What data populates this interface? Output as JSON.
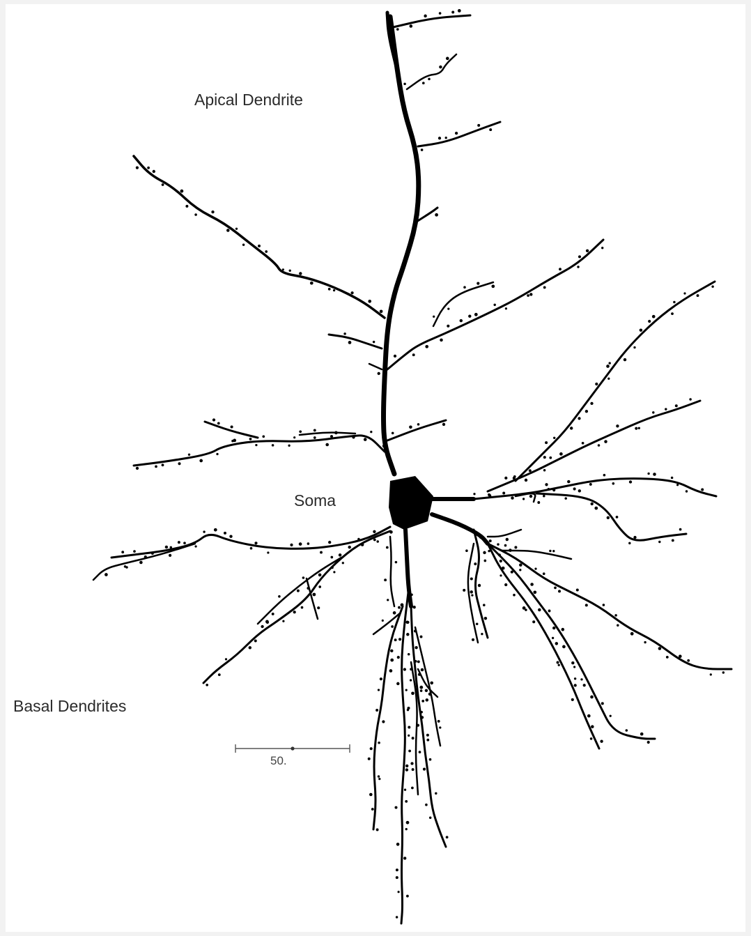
{
  "labels": {
    "apical": "Apical Dendrite",
    "soma": "Soma",
    "basal": "Basal Dendrites"
  },
  "scale_bar": {
    "value": "50."
  },
  "colors": {
    "background": "#ffffff",
    "neuron": "#000000",
    "text": "#2a2a2a"
  }
}
